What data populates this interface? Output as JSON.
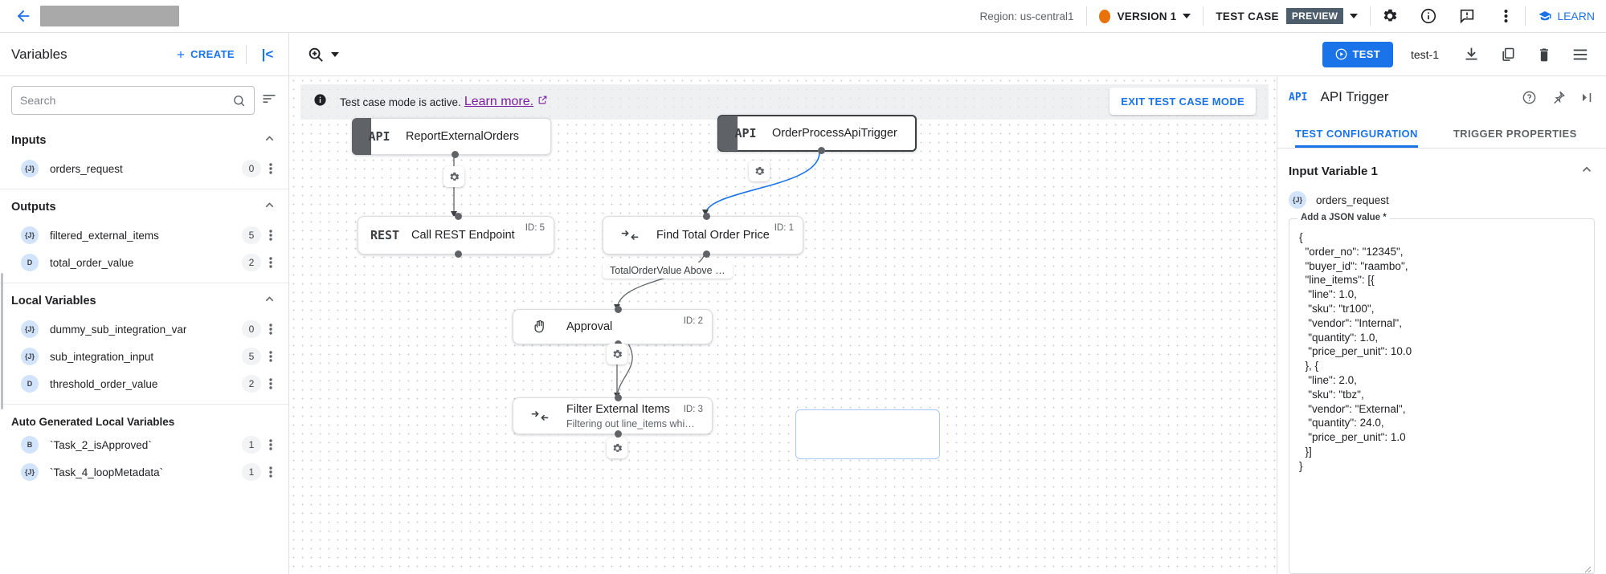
{
  "topbar": {
    "back_icon": "back-arrow-icon",
    "region": "Region: us-central1",
    "version": "VERSION 1",
    "test_case_label": "TEST CASE",
    "preview_badge": "PREVIEW",
    "settings_icon": "gear-icon",
    "info_icon": "info-icon",
    "feedback_icon": "feedback-icon",
    "more_icon": "kebab-icon",
    "learn": "LEARN"
  },
  "toolbar": {
    "variables_title": "Variables",
    "create_label": "CREATE",
    "collapse_icon": "collapse-left-icon",
    "zoom_icon": "zoom-icon",
    "test_label": "TEST",
    "testcase_name": "test-1",
    "download_icon": "download-icon",
    "copy_icon": "copy-icon",
    "delete_icon": "trash-icon",
    "menu_icon": "list-menu-icon"
  },
  "sidebar": {
    "search_placeholder": "Search",
    "search_value": "",
    "sections": [
      {
        "title": "Inputs",
        "items": [
          {
            "type": "{J}",
            "name": "orders_request",
            "count": "0"
          }
        ]
      },
      {
        "title": "Outputs",
        "items": [
          {
            "type": "{J}",
            "name": "filtered_external_items",
            "count": "5"
          },
          {
            "type": "D",
            "name": "total_order_value",
            "count": "2"
          }
        ]
      },
      {
        "title": "Local Variables",
        "items": [
          {
            "type": "{J}",
            "name": "dummy_sub_integration_var",
            "count": "0"
          },
          {
            "type": "{J}",
            "name": "sub_integration_input",
            "count": "5"
          },
          {
            "type": "D",
            "name": "threshold_order_value",
            "count": "2"
          }
        ]
      }
    ],
    "auto_generated_title": "Auto Generated Local Variables",
    "auto_generated_items": [
      {
        "type": "B",
        "name": "`Task_2_isApproved`",
        "count": "1"
      },
      {
        "type": "{J}",
        "name": "`Task_4_loopMetadata`",
        "count": "1"
      }
    ]
  },
  "canvas": {
    "banner_text": "Test case mode is active.",
    "banner_link": "Learn more.",
    "exit_button": "EXIT TEST CASE MODE",
    "nodes": [
      {
        "icon": "API",
        "title": "ReportExternalOrders",
        "sub": "",
        "id": ""
      },
      {
        "icon": "API",
        "title": "OrderProcessApiTrigger",
        "sub": "",
        "id": ""
      },
      {
        "icon": "REST",
        "title": "Call REST Endpoint",
        "sub": "",
        "id": "ID: 5"
      },
      {
        "icon": "mapping",
        "title": "Find Total Order Price",
        "sub": "",
        "id": "ID: 1"
      },
      {
        "icon": "hand",
        "title": "Approval",
        "sub": "",
        "id": "ID: 2"
      },
      {
        "icon": "mapping",
        "title": "Filter External Items",
        "sub": "Filtering out line_items whi…",
        "id": "ID: 3"
      }
    ],
    "edge_label": "TotalOrderValue Above …"
  },
  "rightpanel": {
    "api_tag": "API",
    "title": "API Trigger",
    "help_icon": "help-icon",
    "pin_icon": "pin-icon",
    "collapse_icon": "collapse-right-icon",
    "tabs": [
      {
        "label": "TEST CONFIGURATION",
        "active": true
      },
      {
        "label": "TRIGGER PROPERTIES",
        "active": false
      }
    ],
    "section_title": "Input Variable 1",
    "variable_type": "{J}",
    "variable_name": "orders_request",
    "json_legend": "Add a JSON value *",
    "json_value": "{\n  \"order_no\": \"12345\",\n  \"buyer_id\": \"raambo\",\n  \"line_items\": [{\n   \"line\": 1.0,\n   \"sku\": \"tr100\",\n   \"vendor\": \"Internal\",\n   \"quantity\": 1.0,\n   \"price_per_unit\": 10.0\n  }, {\n   \"line\": 2.0,\n   \"sku\": \"tbz\",\n   \"vendor\": \"External\",\n   \"quantity\": 24.0,\n   \"price_per_unit\": 1.0\n  }]\n}"
  },
  "colors": {
    "accent": "#1a73e8",
    "version_dot": "#e8710a",
    "preview_badge": "#4e5d6c",
    "link_purple": "#7b1fa2"
  }
}
